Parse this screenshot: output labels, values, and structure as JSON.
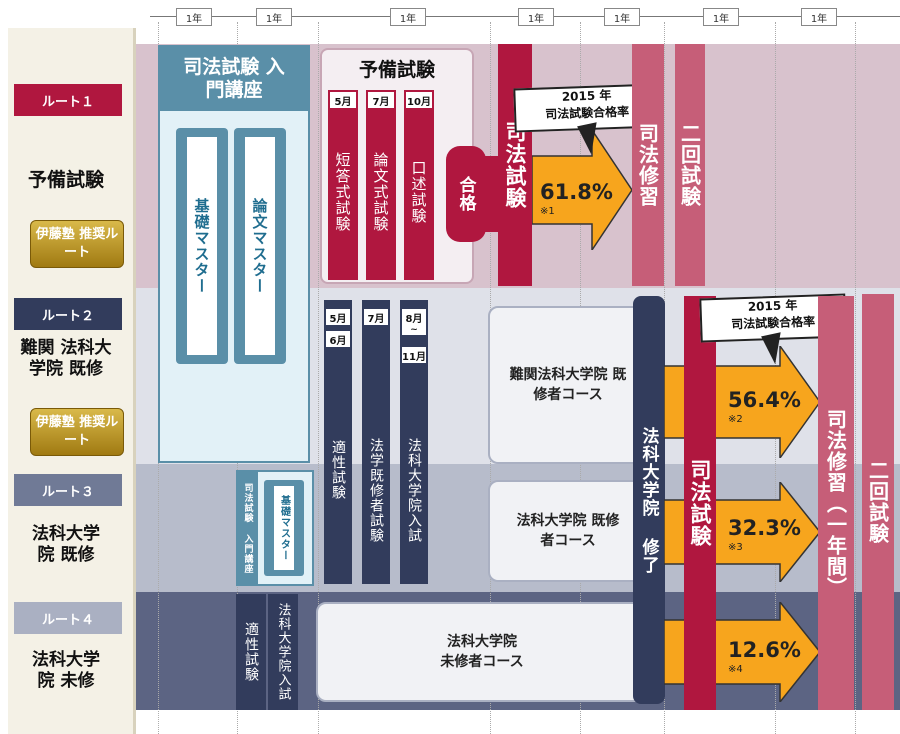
{
  "timeline": {
    "labels": [
      "1年",
      "1年",
      "1年",
      "1年",
      "1年",
      "1年",
      "1年"
    ]
  },
  "routes": [
    {
      "badge": "ルート１",
      "name": "予備試験",
      "recommended": "伊藤塾 推奨ルート"
    },
    {
      "badge": "ルート２",
      "name": "難関 法科大学院 既修",
      "recommended": "伊藤塾 推奨ルート"
    },
    {
      "badge": "ルート３",
      "name": "法科大学院 既修"
    },
    {
      "badge": "ルート４",
      "name": "法科大学院 未修"
    }
  ],
  "intro_course": {
    "title": "司法試験 入門講座",
    "items": [
      "基礎マスター",
      "論文マスター"
    ]
  },
  "intro_course_small": {
    "title": "司法試験 入門講座",
    "item": "基礎マスター"
  },
  "yobi": {
    "title": "予備試験",
    "stages": [
      {
        "month": "5月",
        "name": "短答式試験"
      },
      {
        "month": "7月",
        "name": "論文式試験"
      },
      {
        "month": "10月",
        "name": "口述試験"
      }
    ],
    "pass": "合格"
  },
  "ls_exams": {
    "months": [
      "5月",
      "6月",
      "7月",
      "8月",
      "~",
      "11月"
    ],
    "tekisei": "適性試験",
    "kishu": "法学既修者試験",
    "nyushi": "法科大学院入試"
  },
  "route4_exams": {
    "tekisei": "適性試験",
    "nyushi": "法科大学院入試"
  },
  "courses": {
    "nankan": "難関法科大学院 既修者コース",
    "kishu": "法科大学院 既修者コース",
    "mishu": "法科大学院 未修者コース"
  },
  "completion": "法科大学院 修了",
  "shiho_shiken": "司法試験",
  "shiho_shushu": "司法修習",
  "shiho_shushu_ls": "司法修習（一年間）",
  "nikai_shiken": "二回試験",
  "callout": {
    "year": "2015 年",
    "label": "司法試験合格率"
  },
  "rates": [
    {
      "value": "61.8%",
      "note": "※1"
    },
    {
      "value": "56.4%",
      "note": "※2"
    },
    {
      "value": "32.3%",
      "note": "※3"
    },
    {
      "value": "12.6%",
      "note": "※4"
    }
  ],
  "colors": {
    "route1_bg": "#d8c2cd",
    "route2_bg": "#dfe1e9",
    "route3_bg": "#b7bccb",
    "route4_bg": "#5c6483",
    "crimson": "#b0173f",
    "navy": "#323c5c",
    "gold_arrow": "#f7a51d",
    "intro_blue": "#e2f1f7",
    "intro_frame": "#5a8fa8"
  }
}
